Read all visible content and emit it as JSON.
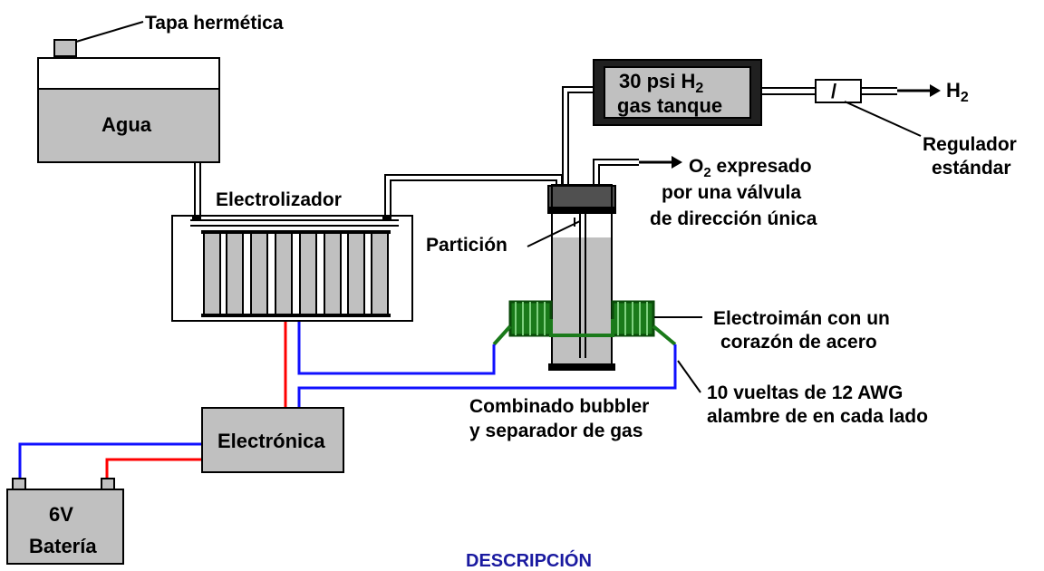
{
  "labels": {
    "tapa": "Tapa hermética",
    "agua": "Agua",
    "electrolizador": "Electrolizador",
    "tank_line1": "30 psi H",
    "tank_sub": "2",
    "tank_line2": "gas tanque",
    "h2_out": "H",
    "h2_sub": "2",
    "regulador_1": "Regulador",
    "regulador_2": "estándar",
    "o2": "O",
    "o2_sub": "2",
    "o2_1": "expresado",
    "o2_2": "por una válvula",
    "o2_3": "de dirección única",
    "particion": "Partición",
    "electroiman_1": "Electroimán con un",
    "electroiman_2": "corazón de acero",
    "vueltas_1": "10 vueltas de 12 AWG",
    "vueltas_2": "alambre de en cada lado",
    "bubbler_1": "Combinado bubbler",
    "bubbler_2": "y separador de gas",
    "electronica": "Electrónica",
    "battery_1": "6V",
    "battery_2": "Batería",
    "descripcion": "DESCRIPCIÓN"
  },
  "colors": {
    "gray_fill": "#c0c0c0",
    "dark_fill": "#202020",
    "blue_wire": "#1010ff",
    "red_wire": "#ff0000",
    "green_coil": "#1a7a1a",
    "title_blue": "#1a1aa0"
  }
}
